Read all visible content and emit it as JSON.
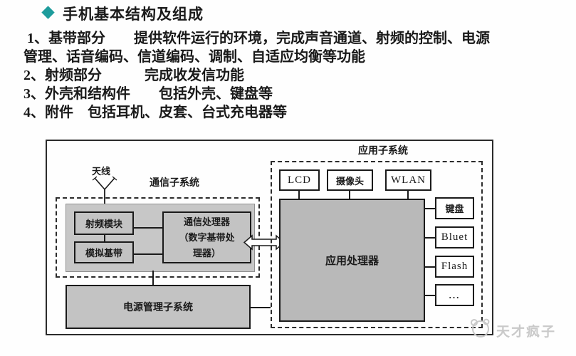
{
  "header": {
    "title": "手机基本结构及组成"
  },
  "body_text": {
    "lines": [
      " 1、基带部分　　提供软件运行的环境，完成声音通道、射频的控制、电源",
      "管理、话音编码、信道编码、调制、自适应均衡等功能",
      "2、射频部分　　　完成收发信功能",
      "3、外壳和结构件　　包括外壳、键盘等",
      "4、附件　包括耳机、皮套、台式充电器等"
    ]
  },
  "diagram": {
    "antenna_label": "天线",
    "comm_subsystem": {
      "label": "通信子系统",
      "rf_module": "射频模块",
      "analog_baseband": "模拟基带",
      "comm_processor_lines": [
        "通信处理器",
        "（数字基带处",
        "理器）"
      ]
    },
    "app_subsystem": {
      "label": "应用子系统",
      "top_row": [
        "LCD",
        "摄像头",
        "WLAN"
      ],
      "processor": "应用处理器",
      "right_column": [
        "键盘",
        "Bluet",
        "Flash",
        "..."
      ]
    },
    "power_box": "电源管理子系统"
  },
  "watermark": {
    "text": "天才疯子"
  },
  "colors": {
    "accent_diamond": "#1e9c9c",
    "box_gray": "#c3c3c3",
    "processor_gray": "#b9b9b9",
    "line_black": "#1a1a1a",
    "watermark_gray": "#c9c9c9"
  }
}
